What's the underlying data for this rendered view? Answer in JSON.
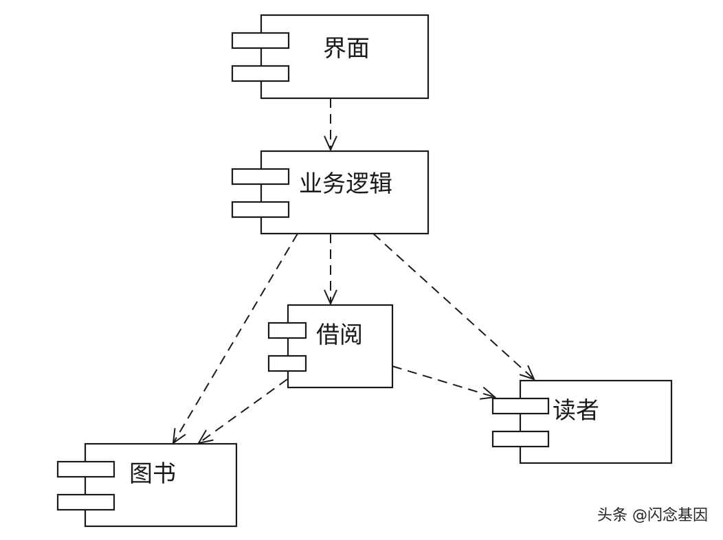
{
  "diagram": {
    "type": "UML component diagram",
    "components": [
      {
        "id": "ui",
        "label": "界面"
      },
      {
        "id": "logic",
        "label": "业务逻辑"
      },
      {
        "id": "borrow",
        "label": "借阅"
      },
      {
        "id": "reader",
        "label": "读者"
      },
      {
        "id": "book",
        "label": "图书"
      }
    ],
    "dependencies": [
      {
        "from": "ui",
        "to": "logic",
        "style": "dashed-open-arrow"
      },
      {
        "from": "logic",
        "to": "borrow",
        "style": "dashed-open-arrow"
      },
      {
        "from": "logic",
        "to": "book",
        "style": "dashed-open-arrow"
      },
      {
        "from": "logic",
        "to": "reader",
        "style": "dashed-open-arrow"
      },
      {
        "from": "borrow",
        "to": "book",
        "style": "dashed-open-arrow"
      },
      {
        "from": "borrow",
        "to": "reader",
        "style": "dashed-open-arrow"
      }
    ]
  },
  "watermark": "头条 @闪念基因"
}
